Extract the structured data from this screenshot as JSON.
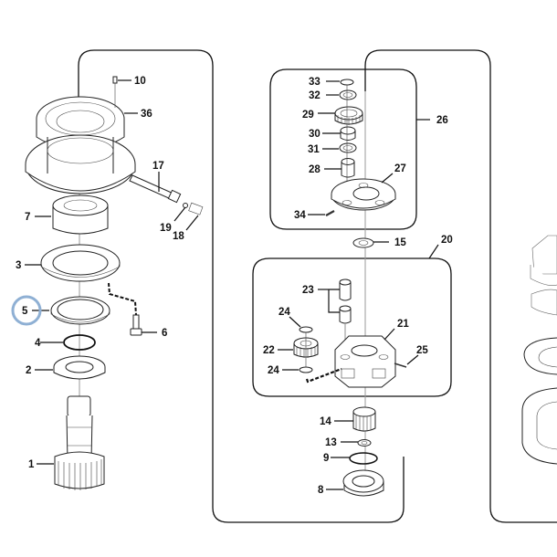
{
  "diagram": {
    "type": "exploded-parts-diagram",
    "highlight": {
      "label": "5",
      "color": "#8fb0d4"
    },
    "callouts": [
      {
        "id": "c1",
        "label": "1"
      },
      {
        "id": "c2",
        "label": "2"
      },
      {
        "id": "c3",
        "label": "3"
      },
      {
        "id": "c4",
        "label": "4"
      },
      {
        "id": "c5",
        "label": "5"
      },
      {
        "id": "c6",
        "label": "6"
      },
      {
        "id": "c7",
        "label": "7"
      },
      {
        "id": "c8",
        "label": "8"
      },
      {
        "id": "c9",
        "label": "9"
      },
      {
        "id": "c10",
        "label": "10"
      },
      {
        "id": "c13",
        "label": "13"
      },
      {
        "id": "c14",
        "label": "14"
      },
      {
        "id": "c15",
        "label": "15"
      },
      {
        "id": "c17",
        "label": "17"
      },
      {
        "id": "c18",
        "label": "18"
      },
      {
        "id": "c19",
        "label": "19"
      },
      {
        "id": "c20",
        "label": "20"
      },
      {
        "id": "c21",
        "label": "21"
      },
      {
        "id": "c22",
        "label": "22"
      },
      {
        "id": "c23",
        "label": "23"
      },
      {
        "id": "c24a",
        "label": "24"
      },
      {
        "id": "c24b",
        "label": "24"
      },
      {
        "id": "c25",
        "label": "25"
      },
      {
        "id": "c26",
        "label": "26"
      },
      {
        "id": "c27",
        "label": "27"
      },
      {
        "id": "c28",
        "label": "28"
      },
      {
        "id": "c29",
        "label": "29"
      },
      {
        "id": "c30",
        "label": "30"
      },
      {
        "id": "c31",
        "label": "31"
      },
      {
        "id": "c32",
        "label": "32"
      },
      {
        "id": "c33",
        "label": "33"
      },
      {
        "id": "c34",
        "label": "34"
      },
      {
        "id": "c36",
        "label": "36"
      }
    ]
  }
}
